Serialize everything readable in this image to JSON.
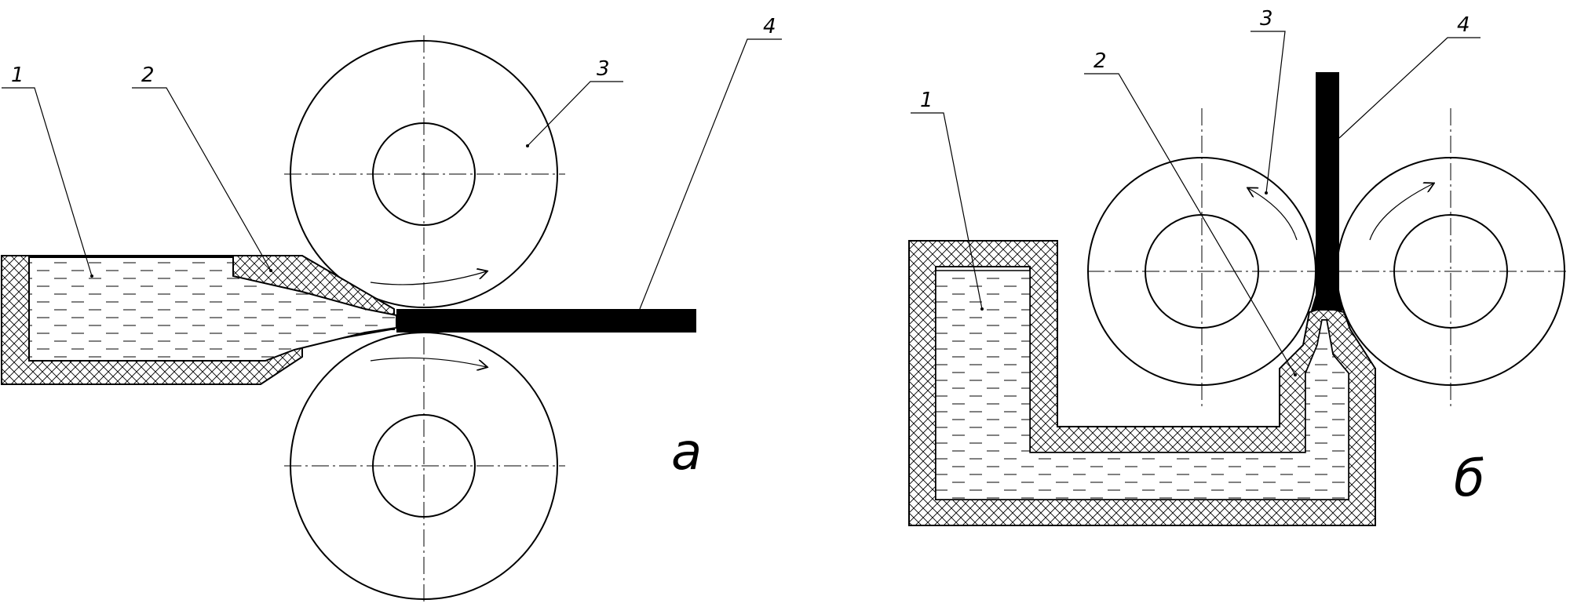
{
  "diagrams": {
    "a": {
      "letter": "а",
      "labels": [
        "1",
        "2",
        "3",
        "4"
      ]
    },
    "b": {
      "letter": "б",
      "labels": [
        "1",
        "2",
        "3",
        "4"
      ]
    }
  },
  "colors": {
    "stroke": "#000000",
    "background": "#ffffff",
    "strip": "#000000"
  }
}
